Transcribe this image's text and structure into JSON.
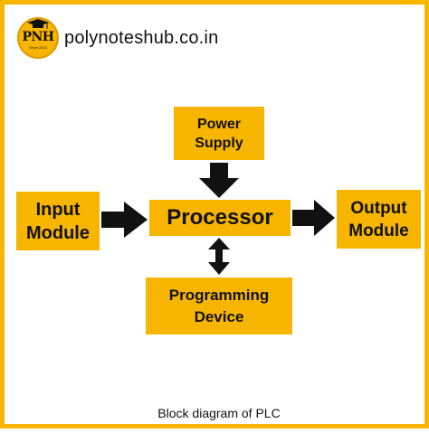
{
  "logo": {
    "monogram": "PNH",
    "tagline": "Since 2022",
    "icon": "graduation-cap-icon"
  },
  "header": {
    "site": "polynoteshub.co.in"
  },
  "diagram": {
    "power_supply": [
      "Power",
      "Supply"
    ],
    "input_module": [
      "Input",
      "Module"
    ],
    "processor": "Processor",
    "output_module": [
      "Output",
      "Module"
    ],
    "programming_device": [
      "Programming",
      "Device"
    ]
  },
  "caption": "Block diagram of PLC",
  "colors": {
    "accent": "#f7b500",
    "arrow": "#111111",
    "text": "#111111"
  }
}
